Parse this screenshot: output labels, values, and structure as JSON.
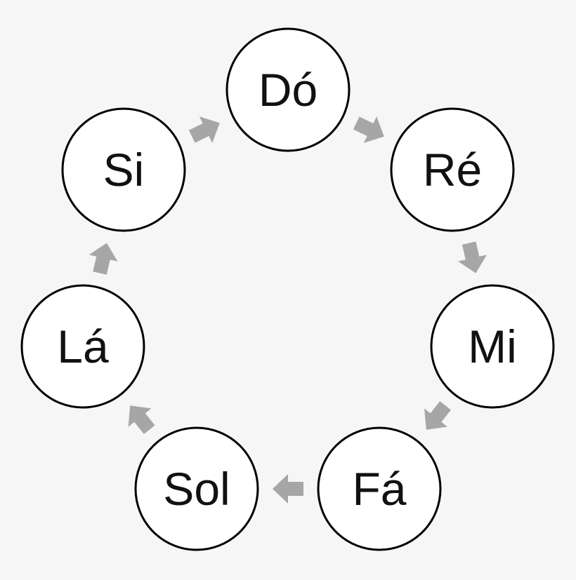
{
  "diagram": {
    "type": "cycle",
    "direction": "clockwise",
    "arrow_color": "#a6a6a6",
    "node_fill": "#ffffff",
    "node_stroke": "#000000",
    "nodes": [
      {
        "id": "do",
        "label": "Dó"
      },
      {
        "id": "re",
        "label": "Ré"
      },
      {
        "id": "mi",
        "label": "Mi"
      },
      {
        "id": "fa",
        "label": "Fá"
      },
      {
        "id": "sol",
        "label": "Sol"
      },
      {
        "id": "la",
        "label": "Lá"
      },
      {
        "id": "si",
        "label": "Si"
      }
    ],
    "edges": [
      {
        "from": "do",
        "to": "re"
      },
      {
        "from": "re",
        "to": "mi"
      },
      {
        "from": "mi",
        "to": "fa"
      },
      {
        "from": "fa",
        "to": "sol"
      },
      {
        "from": "sol",
        "to": "la"
      },
      {
        "from": "la",
        "to": "si"
      },
      {
        "from": "si",
        "to": "do"
      }
    ]
  }
}
